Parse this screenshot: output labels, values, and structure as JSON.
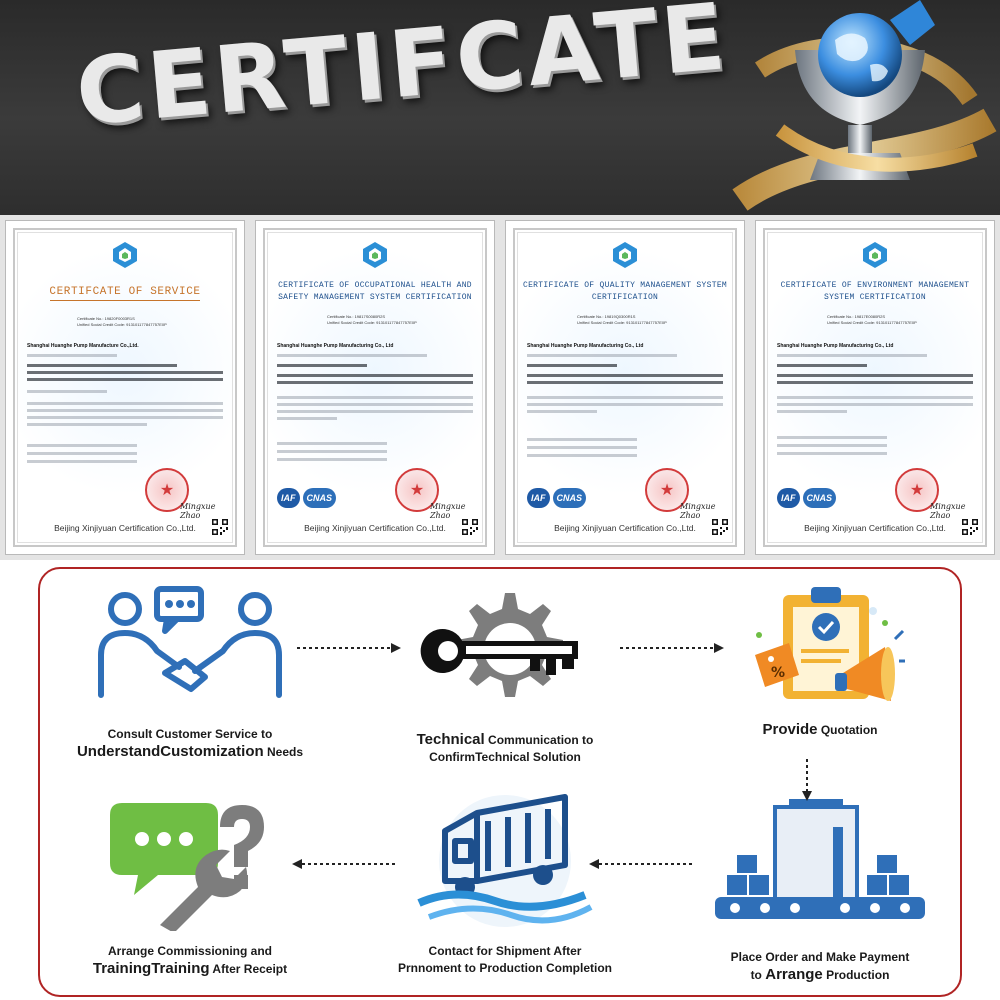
{
  "banner": {
    "title": "CERTIFCATE"
  },
  "certificates": [
    {
      "title": "CERTIFCATE OF SERVICE",
      "numbers": [
        "Certificate No.: 19820F0003R1S",
        "Unified Social Credit Code: 913101177847757E0P"
      ],
      "organization": "Shanghai Huanghe Pump Manufacture Co.,Ltd.",
      "issuer": "Beijing Xinjiyuan Certification Co.,Ltd."
    },
    {
      "title": "CERTIFICATE OF OCCUPATIONAL HEALTH AND SAFETY MANAGEMENT SYSTEM CERTIFICATION",
      "numbers": [
        "Certificate No.: 19817S0080R2S",
        "Unified Social Credit Code: 913101177847757E0P"
      ],
      "organization": "Shanghai Huanghe Pump Manufacturing Co., Ltd",
      "issuer": "Beijing Xinjiyuan Certification Co.,Ltd."
    },
    {
      "title": "CERTIFICATE OF QUALITY MANAGEMENT SYSTEM CERTIFICATION",
      "numbers": [
        "Certificate No.: 19819Q0300R1S",
        "Unified Social Credit Code: 913101177847757E0P"
      ],
      "organization": "Shanghai Huanghe Pump Manufacturing Co., Ltd",
      "issuer": "Beijing Xinjiyuan Certification Co.,Ltd."
    },
    {
      "title": "CERTIFICATE OF ENVIRONMENT MANAGEMENT SYSTEM CERTIFICATION",
      "numbers": [
        "Certificate No.: 19817E0080R2S",
        "Unified Social Credit Code: 913101177847757E0P"
      ],
      "organization": "Shanghai Huanghe Pump Manufacturing Co., Ltd",
      "issuer": "Beijing Xinjiyuan Certification Co.,Ltd."
    }
  ],
  "cert_badges": {
    "iaf": "IAF",
    "cnas": "CNAS",
    "signature": "Mingxue Zhao"
  },
  "steps": [
    {
      "icon": "handshake-chat-icon",
      "small1": "Consult Customer Service to",
      "big": "UnderstandCustomization",
      "small2": " Needs"
    },
    {
      "icon": "gear-key-icon",
      "big": "Technical",
      "small1": " Communication to",
      "small2": "ConfirmTechnical Solution"
    },
    {
      "icon": "clipboard-megaphone-icon",
      "big": "Provide",
      "small1": " Quotation"
    },
    {
      "icon": "production-line-icon",
      "line1": "Place Order and Make Payment",
      "line2a": "to ",
      "big": "Arrange",
      "line2b": " Production"
    },
    {
      "icon": "delivery-truck-icon",
      "line1": "Contact for Shipment After",
      "line2": "Prnnoment to Production Completion"
    },
    {
      "icon": "chat-wrench-icon",
      "line1": "Arrange Commissioning and",
      "big": "TrainingTraining",
      "small2": " After Receipt"
    }
  ],
  "colors": {
    "border": "#b02424",
    "blue": "#2f6fb8",
    "green": "#6fbe44",
    "orange": "#f2b233",
    "gray": "#7d7d7d"
  }
}
